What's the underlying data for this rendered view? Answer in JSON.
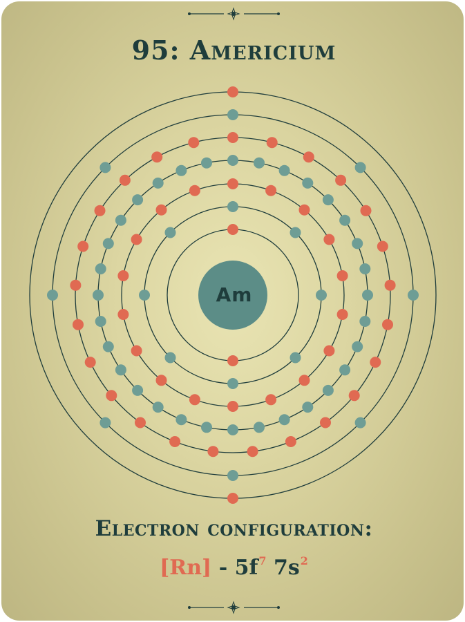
{
  "element": {
    "title": "95: Americium",
    "symbol": "Am",
    "shells": [
      2,
      8,
      18,
      32,
      25,
      8,
      2
    ]
  },
  "configuration": {
    "label": "Electron configuration:",
    "core": "[Rn]",
    "separator": " - ",
    "orbital_1": "5f",
    "orbital_1_count": "7",
    "orbital_2": "7s",
    "orbital_2_count": "2"
  },
  "colors": {
    "background": "#dcd6a2",
    "ink": "#1f3d3c",
    "nucleus": "#5c8d87",
    "electron_teal": "#6e9d95",
    "electron_red": "#e06a52"
  },
  "decor": {
    "top_ornament": "flourish-ornament",
    "bottom_ornament": "flourish-ornament"
  }
}
